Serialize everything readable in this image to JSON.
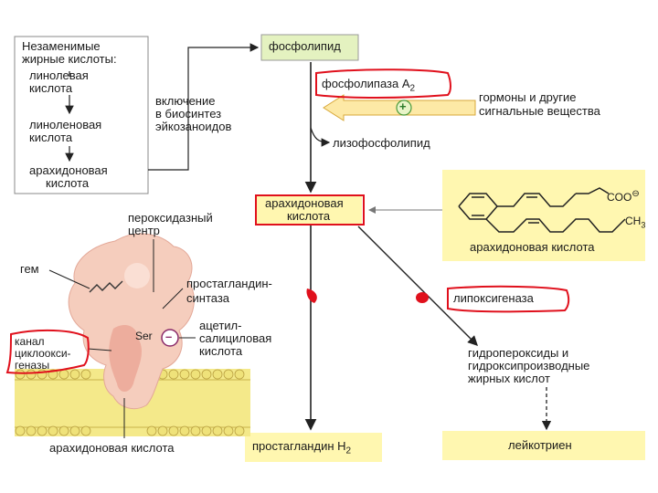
{
  "left_box": {
    "title_line1": "Незаменимые",
    "title_line2": "жирные кислоты:",
    "linoleic_line1": "линолевая",
    "linoleic_line2": "кислота",
    "linolenic_line1": "линоленовая",
    "linolenic_line2": "кислота",
    "arachidonic_line1": "арахидоновая",
    "arachidonic_line2": "кислота"
  },
  "inclusion": {
    "line1": "включение",
    "line2": "в биосинтез",
    "line3": "эйкозаноидов"
  },
  "phospholipid": "фосфолипид",
  "phospholipase": "фосфолипаза А",
  "phospholipase_sub": "2",
  "hormones_line1": "гормоны и другие",
  "hormones_line2": "сигнальные вещества",
  "plus_sign": "+",
  "lysophospholipid": "лизофосфолипид",
  "arachidonic_center_line1": "арахидоновая",
  "arachidonic_center_line2": "кислота",
  "structure": {
    "coo": "COO",
    "coo_charge": "⊖",
    "ch3": "CH",
    "ch3_sub": "3",
    "name": "арахидоновая кислота"
  },
  "peroxidase_line1": "пероксидазный",
  "peroxidase_line2": "центр",
  "heme": "гем",
  "pg_synthase_line1": "простагландин-",
  "pg_synthase_line2": "синтаза",
  "lipoxygenase": "липоксигеназа",
  "ser": "Ser",
  "minus_sign": "–",
  "aspirin_line1": "ацетил-",
  "aspirin_line2": "салициловая",
  "aspirin_line3": "кислота",
  "channel_line1": "канал",
  "channel_line2": "циклоокси-",
  "channel_line3": "геназы",
  "hydroperoxides_line1": "гидропероксиды и",
  "hydroperoxides_line2": "гидроксипроизводные",
  "hydroperoxides_line3": "жирных кислот",
  "arachidonic_bottom": "арахидоновая кислота",
  "prostaglandin_h2": "простагландин Н",
  "prostaglandin_h2_sub": "2",
  "leukotriene": "лейкотриен",
  "colors": {
    "yellow_box": "#fff7b0",
    "green_box": "#e4f2c0",
    "red_marker": "#e0101c",
    "membrane": "#f4e98a",
    "enzyme": "#f5cdbd"
  }
}
